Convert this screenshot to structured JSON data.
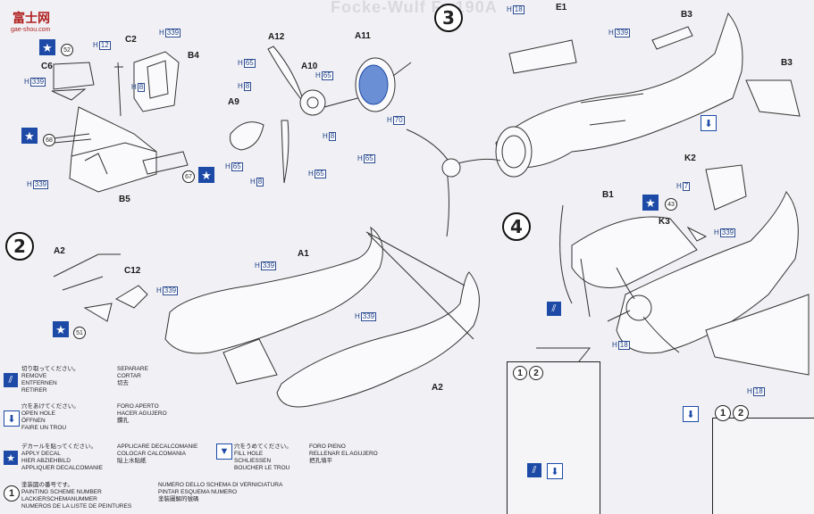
{
  "logo": {
    "text": "富士网",
    "sub": "gae-shou.com"
  },
  "title": "Focke-Wulf Fw190A",
  "steps": [
    "3",
    "2",
    "4"
  ],
  "parts": {
    "c2": "C2",
    "c6": "C6",
    "b4": "B4",
    "b5": "B5",
    "a12": "A12",
    "a10": "A10",
    "a11": "A11",
    "a9": "A9",
    "e1": "E1",
    "b3a": "B3",
    "b3b": "B3",
    "a2a": "A2",
    "c12": "C12",
    "a1": "A1",
    "a2b": "A2",
    "k2": "K2",
    "k3": "K3",
    "b1": "B1"
  },
  "colors": {
    "h12": "12",
    "h339a": "339",
    "h8a": "8",
    "h339b": "339",
    "h339c": "339",
    "h65a": "65",
    "h8b": "8",
    "h65b": "65",
    "h70": "70",
    "h8c": "8",
    "h65c": "65",
    "h65d": "65",
    "h8d": "8",
    "h18a": "18",
    "h339d": "339",
    "h339e": "339",
    "h339f": "339",
    "h339g": "339",
    "h7": "7",
    "h339h": "339",
    "h18b": "18",
    "h18c": "18"
  },
  "decals": {
    "d52": "52",
    "d68": "68",
    "d67": "67",
    "d51": "51",
    "d43": "43"
  },
  "inset_steps": [
    "1",
    "2"
  ],
  "legend": {
    "remove": {
      "left": "切り取ってください。\nREMOVE\nENTFERNEN\nRETIRER",
      "right": "SEPARARE\nCORTAR\n切去"
    },
    "open": {
      "left": "穴をあけてください。\nOPEN HOLE\nÖFFNEN\nFAIRE UN TROU",
      "right": "FORO APERTO\nHACER AGUJERO\n鑽孔"
    },
    "decal": {
      "left": "デカールを貼ってください。\nAPPLY DECAL\nHIER ABZIEHBILD\nAPPLIQUER DECALCOMANIE",
      "right": "APPLICARE DECALCOMANIE\nCOLOCAR CALCOMANIA\n貼上水貼紙"
    },
    "fill": {
      "left": "穴をうめてください。\nFILL HOLE\nSCHLIESSEN\nBOUCHER LE TROU",
      "right": "FORO PIENO\nRELLENAR EL AGUJERO\n把孔填平"
    },
    "scheme": {
      "left": "塗装図の番号です。\nPAINTING SCHEME NUMBER\nLACKIERSCHEMANUMMER\nNUMEROS DE LA LISTE DE PEINTURES",
      "right": "NUMERO DELLO SCHEMA DI VERNICIATURA\nPINTAR ESQUEMA NUMERO\n塗裝圖解的號碼"
    }
  }
}
